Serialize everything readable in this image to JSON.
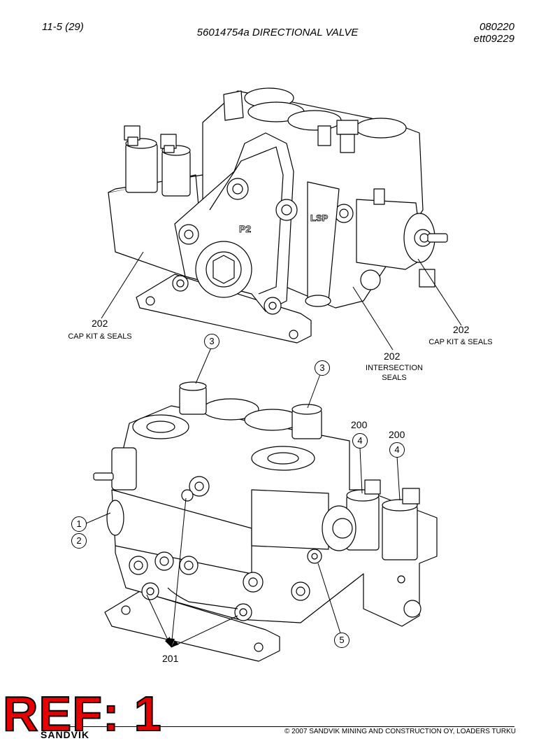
{
  "header": {
    "page_number": "11-5 (29)",
    "title": "56014754a DIRECTIONAL VALVE",
    "date": "080220",
    "code": "ett09229"
  },
  "labels": {
    "cap_left_num": "202",
    "cap_left_text": "CAP KIT & SEALS",
    "cap_right_num": "202",
    "cap_right_text": "CAP KIT & SEALS",
    "inter_num": "202",
    "inter_text1": "INTERSECTION",
    "inter_text2": "SEALS",
    "c3a": "3",
    "c3b": "3",
    "n200a": "200",
    "n200b": "200",
    "c4a": "4",
    "c4b": "4",
    "c1": "1",
    "c2": "2",
    "c5": "5",
    "n201": "201",
    "p2": "P2",
    "lsp": "LSP"
  },
  "stamp": "REF: 1",
  "footer": {
    "copyright": "© 2007 SANDVIK MINING AND CONSTRUCTION OY, LOADERS TURKU",
    "logo": "SANDVIK"
  }
}
